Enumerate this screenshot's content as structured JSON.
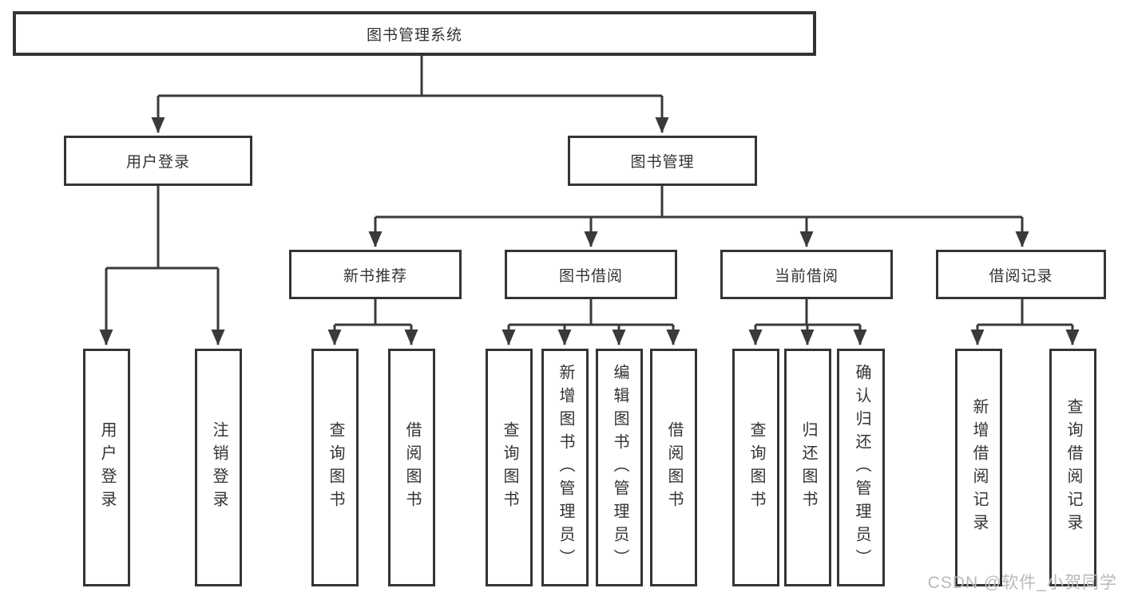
{
  "diagram_title": "图书管理系统",
  "tree": {
    "root": {
      "label": "图书管理系统",
      "children": [
        {
          "label": "用户登录",
          "children": [
            {
              "label": "用户登录"
            },
            {
              "label": "注销登录"
            }
          ]
        },
        {
          "label": "图书管理",
          "children": [
            {
              "label": "新书推荐",
              "children": [
                {
                  "label": "查询图书"
                },
                {
                  "label": "借阅图书"
                }
              ]
            },
            {
              "label": "图书借阅",
              "children": [
                {
                  "label": "查询图书"
                },
                {
                  "label": "新增图书（管理员）"
                },
                {
                  "label": "编辑图书（管理员）"
                },
                {
                  "label": "借阅图书"
                }
              ]
            },
            {
              "label": "当前借阅",
              "children": [
                {
                  "label": "查询图书"
                },
                {
                  "label": "归还图书"
                },
                {
                  "label": "确认归还（管理员）"
                }
              ]
            },
            {
              "label": "借阅记录",
              "children": [
                {
                  "label": "新增借阅记录"
                },
                {
                  "label": "查询借阅记录"
                }
              ]
            }
          ]
        }
      ]
    }
  },
  "watermark": "CSDN @软件_小贺同学",
  "colors": {
    "line": "#3a3a3a",
    "box_border": "#343434",
    "text": "#333333",
    "background": "#ffffff",
    "watermark": "#b9b9b9"
  }
}
